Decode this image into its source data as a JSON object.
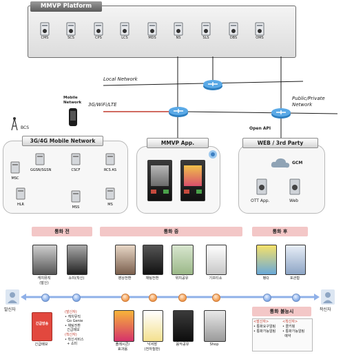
{
  "platform": {
    "title": "MMVP Platform",
    "servers": [
      "CMS",
      "SCS",
      "CPS",
      "LCS",
      "MDS",
      "NS",
      "SLS",
      "DBS",
      "OMS"
    ]
  },
  "networks": {
    "local": "Local Network",
    "public_line1": "Public/Private",
    "public_line2": "Network",
    "mobile_net_line1": "Mobile",
    "mobile_net_line2": "Network",
    "wifi": "3G/WiFi/LTE",
    "open_api": "Open API"
  },
  "mobile_network": {
    "title": "3G/4G Mobile Network",
    "bcs": "BCS",
    "nodes": [
      "MSC",
      "GGSN/SGSN",
      "CSCF",
      "RCS AS",
      "HLR",
      "MSS",
      "MS"
    ]
  },
  "app": {
    "title": "MMVP App."
  },
  "web": {
    "title": "WEB / 3rd Party",
    "gcm": "GCM",
    "ott": "OTT App.",
    "web": "Web"
  },
  "colors": {
    "phase_fill": "#f3c7c7",
    "timeline": "#8fb0e8",
    "dot_blue": "#8db2ea",
    "dot_orange": "#f3a25a",
    "call_box": "#e2483e"
  },
  "phases": {
    "before": "통화 전",
    "during": "통화 중",
    "after": "통화 후",
    "unavailable": "통화 불능시"
  },
  "caller": "발신자",
  "callee": "착신자",
  "before_items": [
    "캐치뮤직\n(발신)",
    "쇼미(착신)"
  ],
  "during_top": [
    "영상전환",
    "채팅전환",
    "위치공유",
    "기프티쇼"
  ],
  "during_bottom": [
    "플레시콘/\n효과음",
    "낙서장\n(전자칠판)",
    "음악공유",
    "Shop"
  ],
  "after_items": [
    "평Q",
    "포관함"
  ],
  "emergency": {
    "label": "긴급메모",
    "box_text": "긴급방송",
    "notes": [
      "(발신자)",
      "• 캐치뮤직",
      "  Go Genie",
      "• 채팅전환",
      "  긴급메모",
      "(착신자)",
      "• 착신서비스",
      "  + 쇼미"
    ]
  },
  "unavailable_box": {
    "caller_head": "<발신자>",
    "caller_items": [
      "• 통화요구알림",
      "• 통화가능알림"
    ],
    "callee_head": "<착신자>",
    "callee_items": [
      "• 콜키핑",
      "• 통화가능알림",
      "  예약"
    ]
  }
}
